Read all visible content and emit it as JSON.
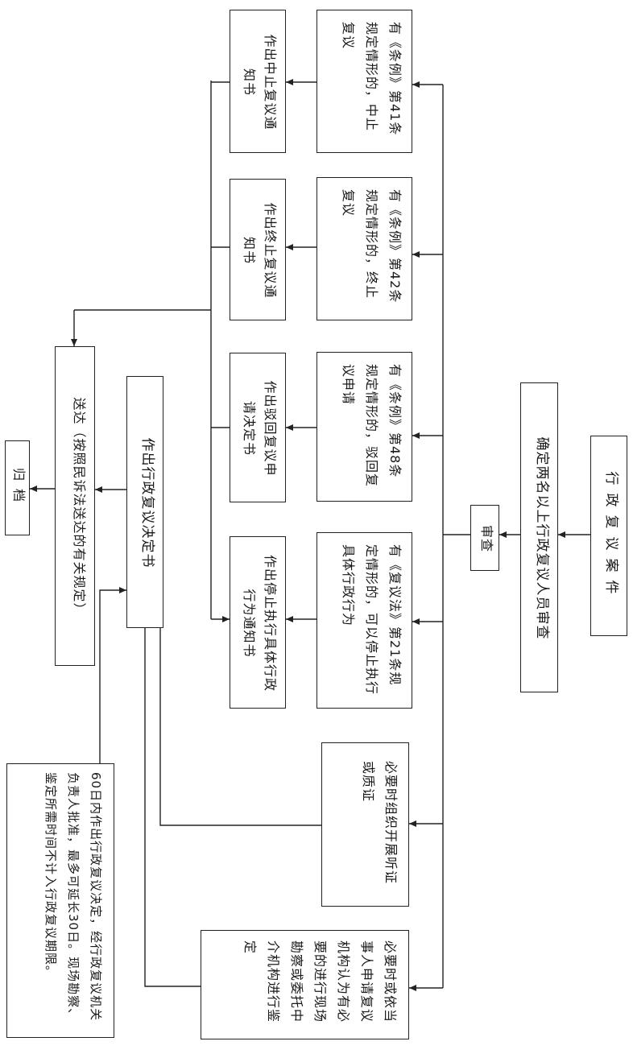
{
  "nodes": {
    "case_title": "行政复议案件",
    "confirm_members": "确定两名以上行政复议人员审查",
    "review": "审查",
    "art41": "有《条例》第41条规定情形的，中止复议",
    "art42": "有《条例》第42条规定情形的，终止复议",
    "art48": "有《条例》第48条规定情形的，驳回复议申请",
    "art21": "有《复议法》第21条规定情形的，可以停止执行具体行政行为",
    "suspend_notice": "作出中止复议通知书",
    "terminate_notice": "作出终止复议通知书",
    "reject_decision": "作出驳回复议申请决定书",
    "stop_exec_notice": "作出停止执行具体行政行为通知书",
    "hearing": "必要时组织开展听证或质证",
    "inspection": "必要时或依当事人申请复议机构认为有必要的进行现场勘察或委托中介机构进行鉴定",
    "decision": "作出行政复议决定书",
    "deliver": "送达（按照民诉法送达的有关规定）",
    "archive": "归档",
    "deadline_note": "60日内作出行政复议决定，经行政复议机关负责人批准，最多可延长30日。现场勘察、鉴定所需时间不计入行政复议期限。"
  }
}
